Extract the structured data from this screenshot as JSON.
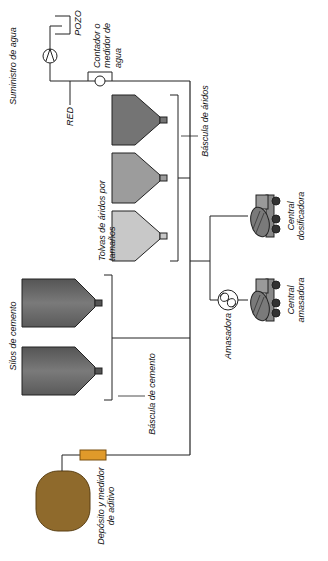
{
  "diagram": {
    "labels": [
      "Suministro de agua",
      "POZO",
      "RED",
      "Contador o medidor de agua",
      "Báscula de áridos",
      "Tolvas de áridos por tamaños",
      "Silos de cemento",
      "Depósito y medidor de aditivo",
      "Báscula de cemento",
      "Amasadora",
      "Central amasadora",
      "Central dosificadora"
    ]
  }
}
